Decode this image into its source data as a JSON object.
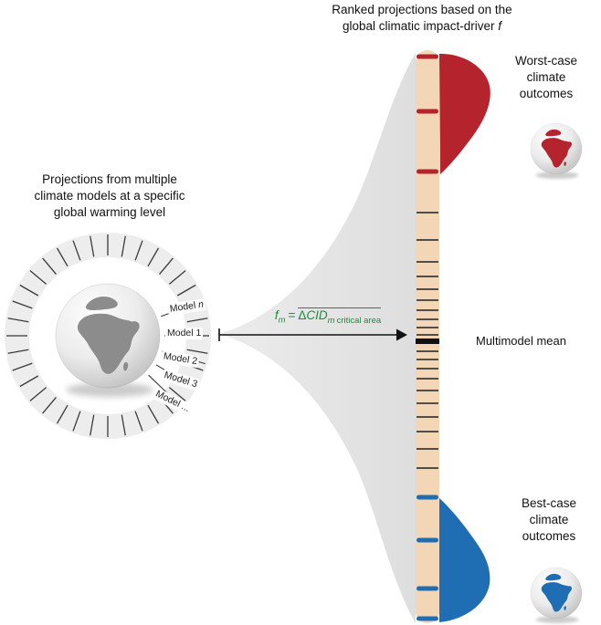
{
  "title": {
    "line1": "Ranked projections based on the",
    "line2_prefix": "global climatic impact-driver ",
    "line2_italic": "f"
  },
  "left_caption": {
    "line1": "Projections from multiple",
    "line2": "climate models at a specific",
    "line3": "global warming level"
  },
  "model_labels": [
    {
      "text": "Model ",
      "italic": "n"
    },
    {
      "text": "Model 1",
      "italic": ""
    },
    {
      "text": "Model 2",
      "italic": ""
    },
    {
      "text": "Model 3",
      "italic": ""
    },
    {
      "text": "Model ...",
      "italic": ""
    }
  ],
  "formula": {
    "f": "f",
    "f_sub": "m",
    "equals": "=",
    "delta": "Δ",
    "cid": "CID",
    "m_sub": "m",
    "area_sub": "critical area"
  },
  "annotations": {
    "worst": {
      "line1": "Worst-case",
      "line2": "climate",
      "line3": "outcomes"
    },
    "best": {
      "line1": "Best-case",
      "line2": "climate",
      "line3": "outcomes"
    },
    "mean_label": "Multimodel mean"
  },
  "model_ring": {
    "tick_count": 36,
    "label_spoke_angles_deg": [
      -20,
      0,
      16,
      31,
      44
    ]
  },
  "ranking_bar": {
    "worst_ticks": [
      62,
      122,
      188
    ],
    "neutral_ticks": [
      233,
      263,
      287,
      303,
      317,
      329,
      340,
      350,
      359,
      367,
      385,
      394,
      404,
      415,
      428,
      442,
      457,
      473,
      492,
      513
    ],
    "mean_tick": 374,
    "best_ticks": [
      545,
      592,
      645,
      678
    ]
  },
  "colors": {
    "worst": "#b5242c",
    "best": "#1f6eb3",
    "bar": "#f2d6b6",
    "ring": "#ededed",
    "funnel_light": "#ececec",
    "funnel_dark": "#dedede",
    "tick": "#3a3a3a",
    "mean": "#111111",
    "earth_land": "#8c8c8c",
    "formula_green": "#1e8a3e"
  }
}
